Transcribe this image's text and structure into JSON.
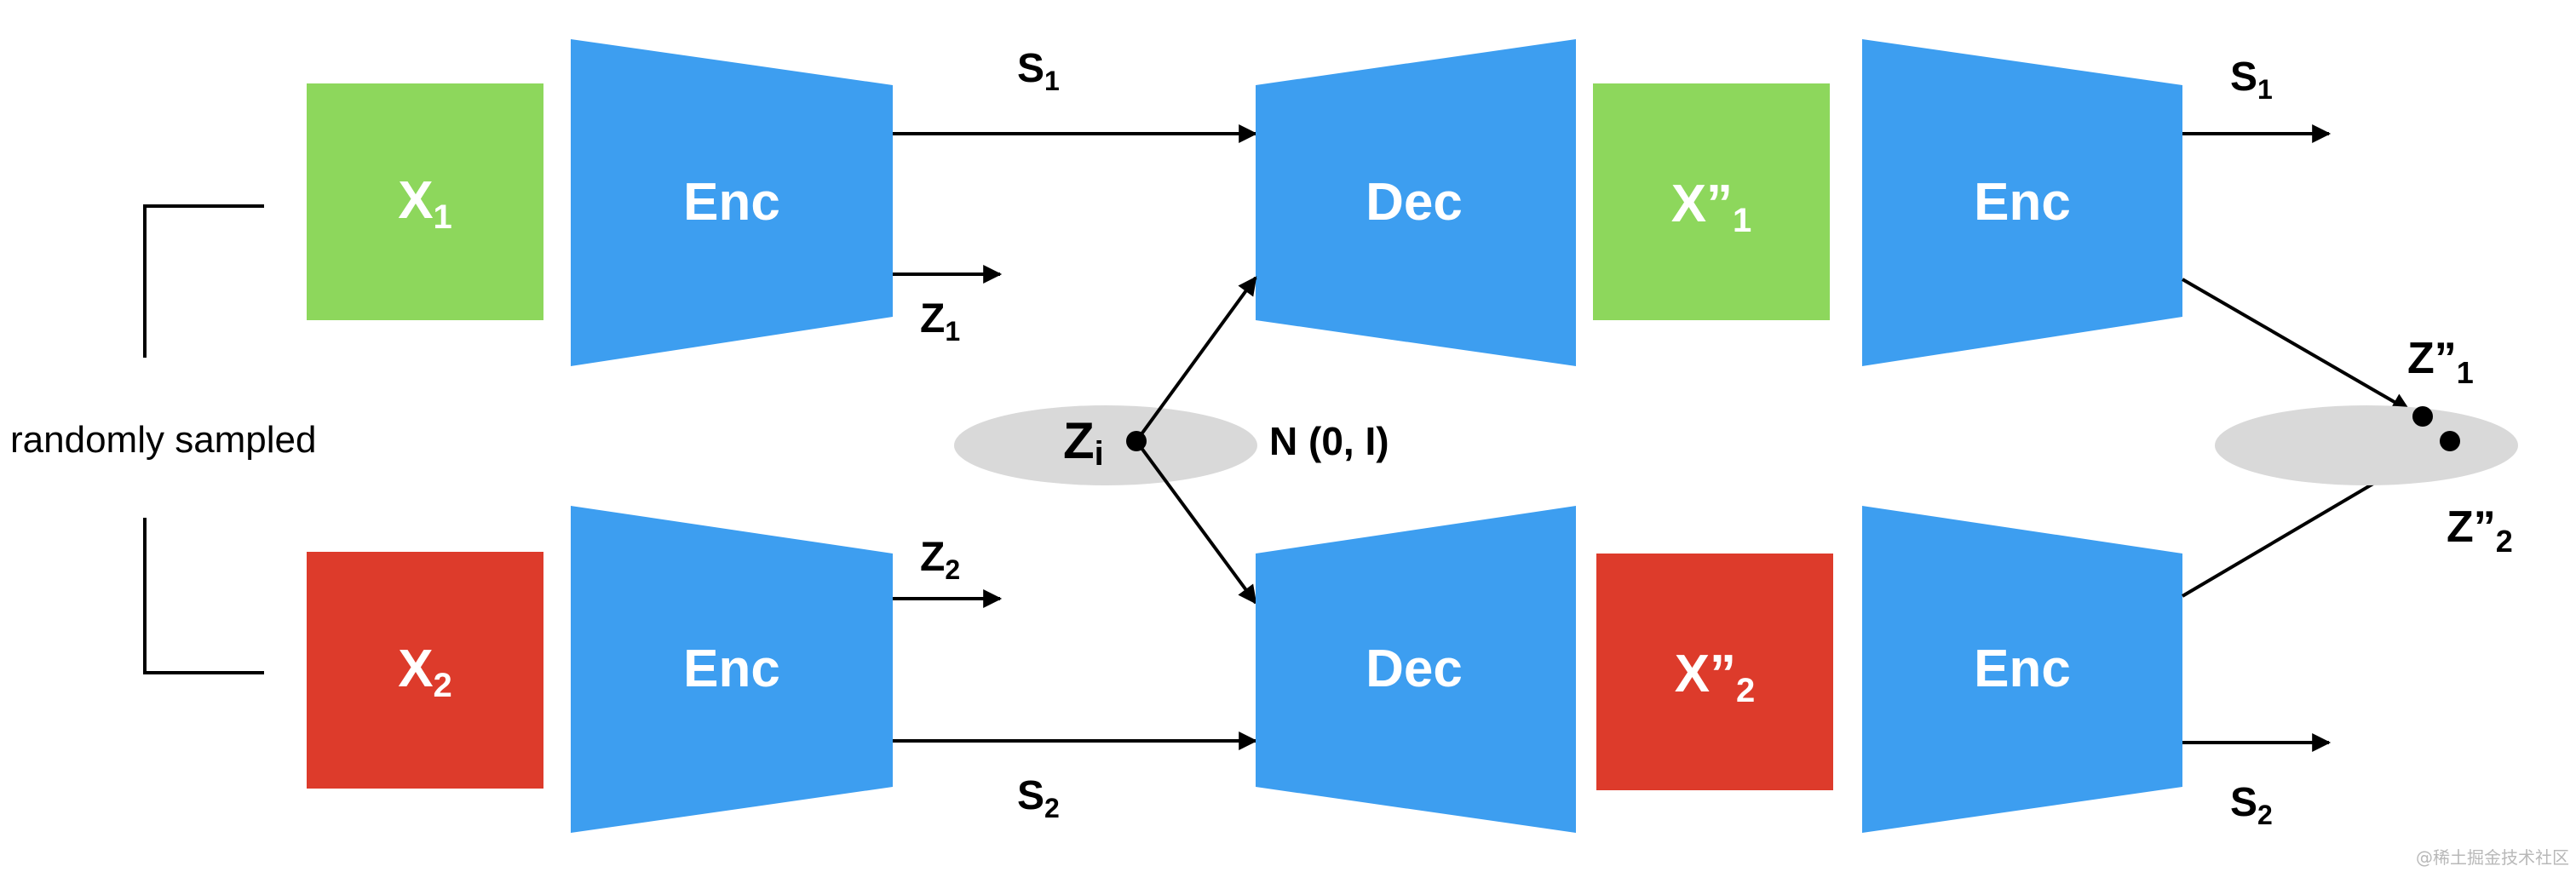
{
  "colors": {
    "encoder": "#3d9ef0",
    "green_box": "#8dd75c",
    "red_box": "#dd3b2b",
    "ellipse": "#d9d9d9",
    "line": "#000000"
  },
  "left_label": "randomly sampled",
  "top_row": {
    "input": {
      "base": "X",
      "sub": "1"
    },
    "encoder": "Enc",
    "s_label": {
      "base": "S",
      "sub": "1"
    },
    "z_label": {
      "base": "Z",
      "sub": "1"
    },
    "decoder": "Dec",
    "recon": {
      "base": "X”",
      "sub": "1"
    },
    "encoder2": "Enc",
    "s_out": {
      "base": "S",
      "sub": "1"
    }
  },
  "bottom_row": {
    "input": {
      "base": "X",
      "sub": "2"
    },
    "encoder": "Enc",
    "s_label": {
      "base": "S",
      "sub": "2"
    },
    "z_label": {
      "base": "Z",
      "sub": "2"
    },
    "decoder": "Dec",
    "recon": {
      "base": "X”",
      "sub": "2"
    },
    "encoder2": "Enc",
    "s_out": {
      "base": "S",
      "sub": "2"
    }
  },
  "latent": {
    "z": {
      "base": "Z",
      "sub": "i"
    },
    "dist": "N (0, I)"
  },
  "outputs": {
    "z1": {
      "base": "Z”",
      "sub": "1"
    },
    "z2": {
      "base": "Z”",
      "sub": "2"
    }
  },
  "watermark": "@稀土掘金技术社区"
}
